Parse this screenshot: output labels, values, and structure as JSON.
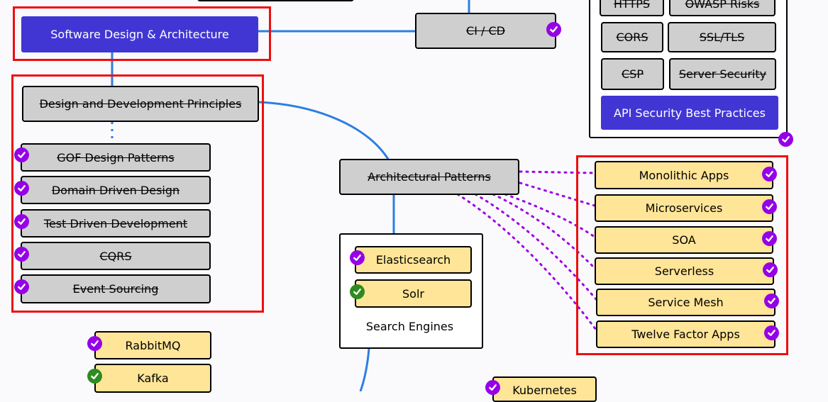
{
  "colors": {
    "done": "#9600e6",
    "active": "#2e8b1f",
    "link": "#2d7fe0",
    "dotted": "#9e00e6",
    "highlight": "#ee0e0e"
  },
  "nodes": {
    "software_design": "Software Design & Architecture",
    "ci_cd": "CI / CD",
    "https": "HTTPS",
    "owasp": "OWASP Risks",
    "cors": "CORS",
    "ssl_tls": "SSL/TLS",
    "csp": "CSP",
    "server_security": "Server Security",
    "api_security": "API Security Best Practices",
    "design_principles": "Design and Development Principles",
    "gof": "GOF Design Patterns",
    "ddd": "Domain Driven Design",
    "tdd": "Test Driven Development",
    "cqrs": "CQRS",
    "event_sourcing": "Event Sourcing",
    "architectural_patterns": "Architectural Patterns",
    "monolithic": "Monolithic Apps",
    "microservices": "Microservices",
    "soa": "SOA",
    "serverless": "Serverless",
    "service_mesh": "Service Mesh",
    "twelve_factor": "Twelve Factor Apps",
    "elasticsearch": "Elasticsearch",
    "solr": "Solr",
    "search_engines": "Search Engines",
    "rabbitmq": "RabbitMQ",
    "kafka": "Kafka",
    "kubernetes": "Kubernetes"
  }
}
